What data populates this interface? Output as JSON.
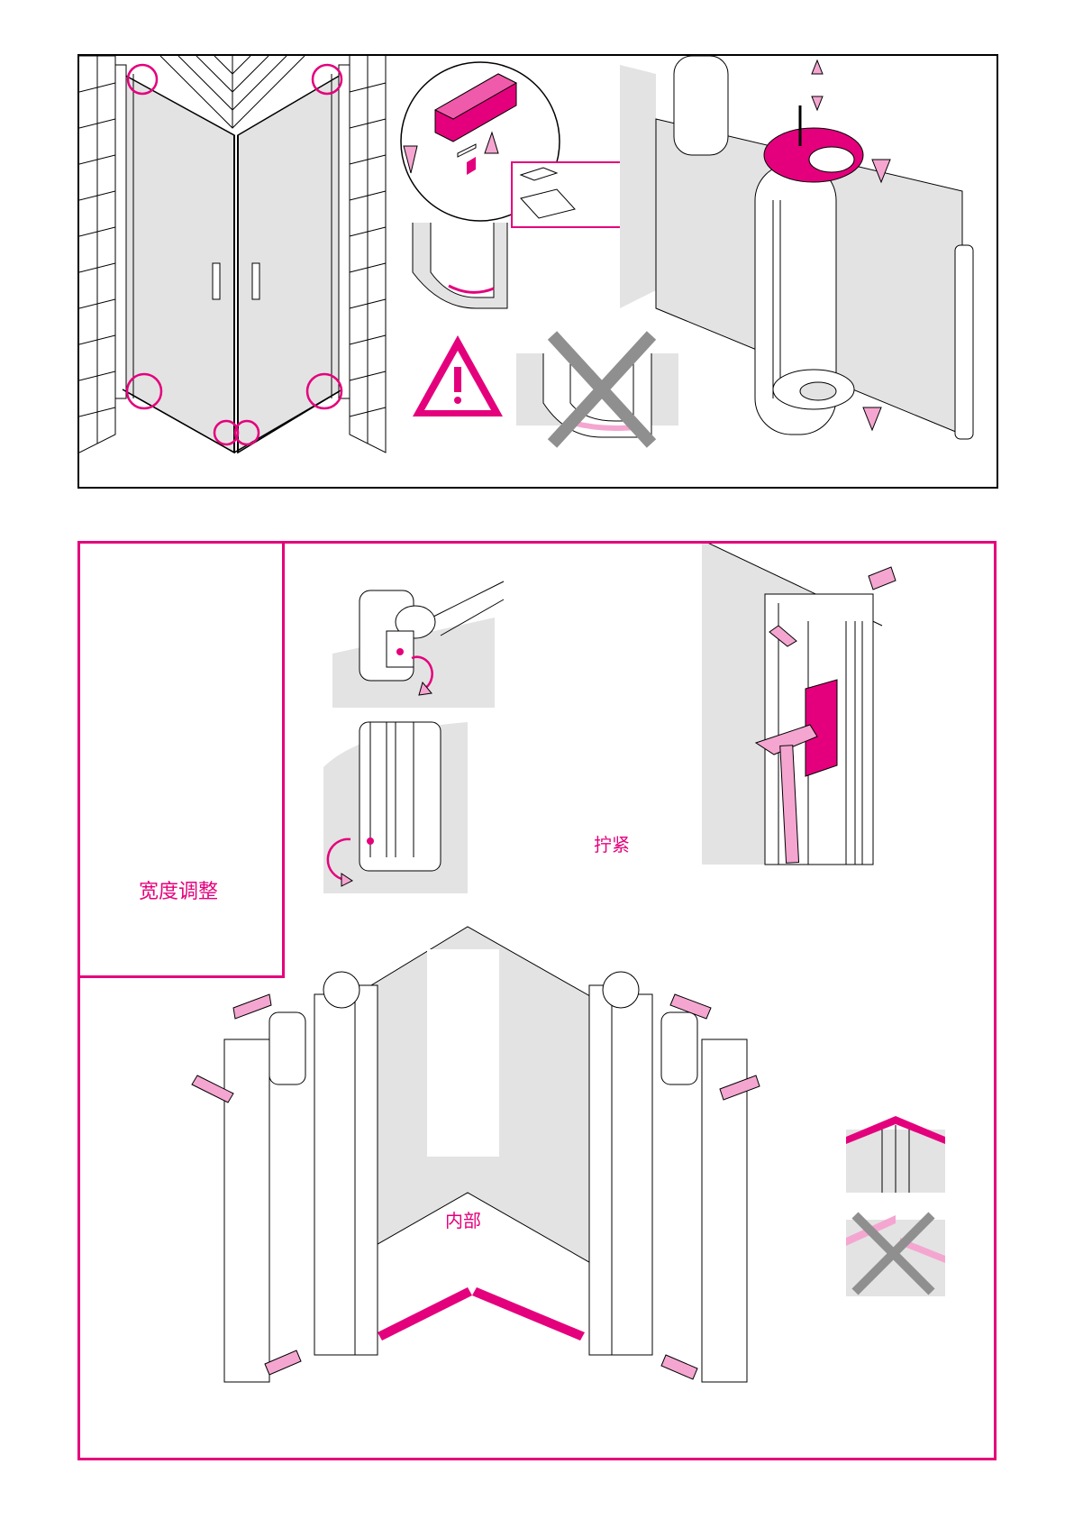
{
  "labels": {
    "width_adjustment": "宽度调整",
    "tighten": "拧紧",
    "inside": "内部"
  },
  "colors": {
    "accent": "#e4007c",
    "accent_light": "#f4a6d0",
    "panel_grey": "#e3e3e3",
    "cross_grey": "#8f8f8f"
  },
  "icons": {
    "warning": "warning-triangle-icon",
    "prohibited": "cross-out-icon",
    "move": "double-arrow-icon",
    "rotate": "rotate-arrow-icon"
  }
}
